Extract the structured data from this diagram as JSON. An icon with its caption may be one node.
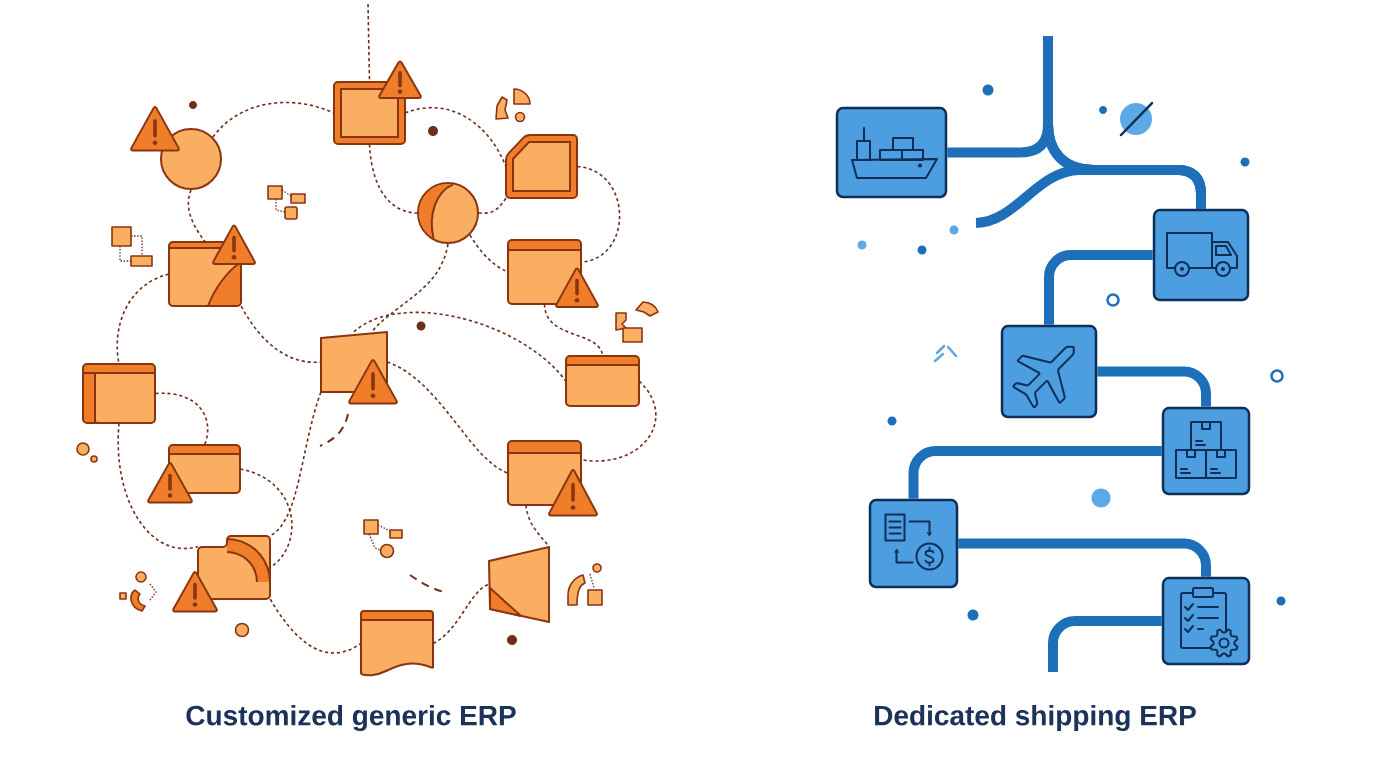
{
  "diagram": {
    "nodes": [
      {
        "text": [],
        "shape": "circle"
      },
      {
        "text": [],
        "shape": "box"
      },
      {
        "text": [],
        "shape": "box"
      },
      {
        "text": [],
        "shape": "circle"
      },
      {
        "text": [],
        "shape": "box"
      },
      {
        "text": [],
        "shape": "box"
      },
      {
        "text": [],
        "shape": "box"
      },
      {
        "text": [],
        "shape": "box"
      },
      {
        "text": [],
        "shape": "box"
      },
      {
        "text": [],
        "shape": "box"
      },
      {
        "text": [],
        "shape": "box"
      },
      {
        "text": [],
        "shape": "box"
      },
      {
        "text": [],
        "shape": "box"
      },
      {
        "text": [],
        "shape": "box"
      },
      {
        "text": [],
        "shape": "box"
      },
      {
        "text": [],
        "shape": "box"
      },
      {
        "text": [],
        "shape": "box"
      },
      {
        "text": [],
        "shape": "box"
      },
      {
        "text": [],
        "shape": "box"
      },
      {
        "text": [],
        "shape": "box"
      }
    ],
    "edges": [
      {
        "from": null,
        "to": 1,
        "arrow": "none",
        "style": "dashed"
      },
      {
        "from": 0,
        "to": 1,
        "arrow": "none",
        "style": "dashed"
      },
      {
        "from": 1,
        "to": 2,
        "arrow": "none",
        "style": "dashed"
      },
      {
        "from": 1,
        "to": 3,
        "arrow": "none",
        "style": "dashed"
      },
      {
        "from": 3,
        "to": 5,
        "arrow": "none",
        "style": "dashed"
      },
      {
        "from": 2,
        "to": 5,
        "arrow": "none",
        "style": "dashed"
      },
      {
        "from": 0,
        "to": 4,
        "arrow": "none",
        "style": "dashed"
      },
      {
        "from": 4,
        "to": 6,
        "arrow": "none",
        "style": "dashed"
      },
      {
        "from": 4,
        "to": 7,
        "arrow": "none",
        "style": "dashed"
      },
      {
        "from": 7,
        "to": 8,
        "arrow": "none",
        "style": "dashed"
      },
      {
        "from": 7,
        "to": 10,
        "arrow": "none",
        "style": "dashed"
      },
      {
        "from": 6,
        "to": 11,
        "arrow": "none",
        "style": "dashed"
      },
      {
        "from": 9,
        "to": 11,
        "arrow": "none",
        "style": "dashed"
      },
      {
        "from": 11,
        "to": 13,
        "arrow": "none",
        "style": "dashed"
      },
      {
        "from": 13,
        "to": 12,
        "arrow": "none",
        "style": "dashed"
      },
      {
        "from": 5,
        "to": 8,
        "arrow": "none",
        "style": "dashed"
      },
      {
        "from": 10,
        "to": 12,
        "arrow": "none",
        "style": "dashed"
      },
      {
        "from": 8,
        "to": 10,
        "arrow": "none",
        "style": "dashed"
      },
      {
        "from": 3,
        "to": 7,
        "arrow": "none",
        "style": "dashed"
      },
      {
        "from": 7,
        "to": 11,
        "arrow": "none",
        "style": "dashed"
      },
      {
        "from": 6,
        "to": 9,
        "arrow": "none",
        "style": "dashed"
      },
      {
        "from": 2,
        "to": 3,
        "arrow": "none",
        "style": "dashed"
      },
      {
        "from": 14,
        "to": 15,
        "arrow": "none",
        "style": "thick",
        "color": "#1d6fb9"
      },
      {
        "from": null,
        "to": 15,
        "arrow": "none",
        "style": "thick",
        "color": "#1d6fb9"
      },
      {
        "from": null,
        "to": 15,
        "arrow": "none",
        "style": "thick",
        "color": "#1d6fb9"
      },
      {
        "from": 15,
        "to": 16,
        "arrow": "none",
        "style": "thick",
        "color": "#1d6fb9"
      },
      {
        "from": 16,
        "to": 17,
        "arrow": "none",
        "style": "thick",
        "color": "#1d6fb9"
      },
      {
        "from": 17,
        "to": 18,
        "arrow": "none",
        "style": "thick",
        "color": "#1d6fb9"
      },
      {
        "from": 18,
        "to": 19,
        "arrow": "none",
        "style": "thick",
        "color": "#1d6fb9"
      },
      {
        "from": 19,
        "to": null,
        "arrow": "none",
        "style": "thick",
        "color": "#1d6fb9"
      }
    ],
    "labels": [
      "Customized generic ERP",
      "Dedicated shipping ERP"
    ]
  }
}
